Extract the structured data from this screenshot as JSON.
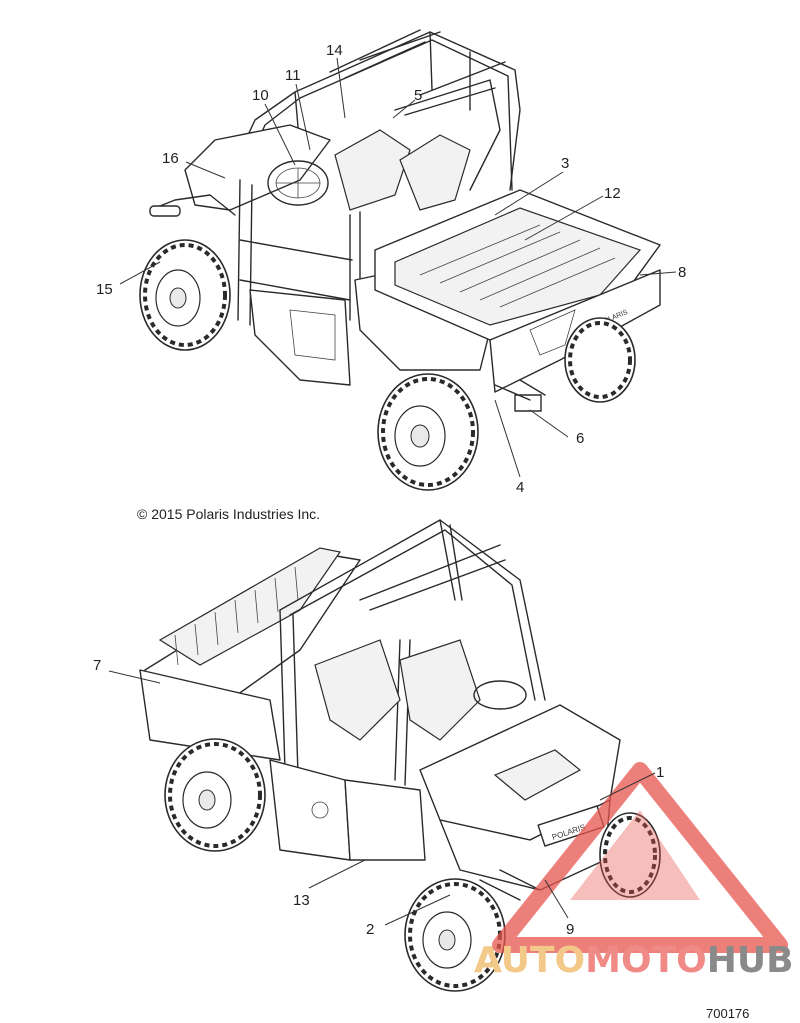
{
  "copyright": "© 2015 Polaris Industries Inc.",
  "figure_number": "700176",
  "watermark": {
    "part1": "AUTO",
    "part2": "MOTO",
    "part3": "HUB",
    "color_auto": "#f3c98a",
    "color_moto": "#f08a86",
    "color_hub": "#8a8a8a",
    "triangle_color": "#e8554e"
  },
  "callouts": {
    "c1": "1",
    "c2": "2",
    "c3": "3",
    "c4": "4",
    "c5": "5",
    "c6": "6",
    "c7": "7",
    "c8": "8",
    "c9": "9",
    "c10": "10",
    "c11": "11",
    "c12": "12",
    "c13": "13",
    "c14": "14",
    "c15": "15",
    "c16": "16"
  },
  "decal_text": {
    "tailgate_brand": "POLARIS",
    "grille_brand": "POLARIS"
  }
}
